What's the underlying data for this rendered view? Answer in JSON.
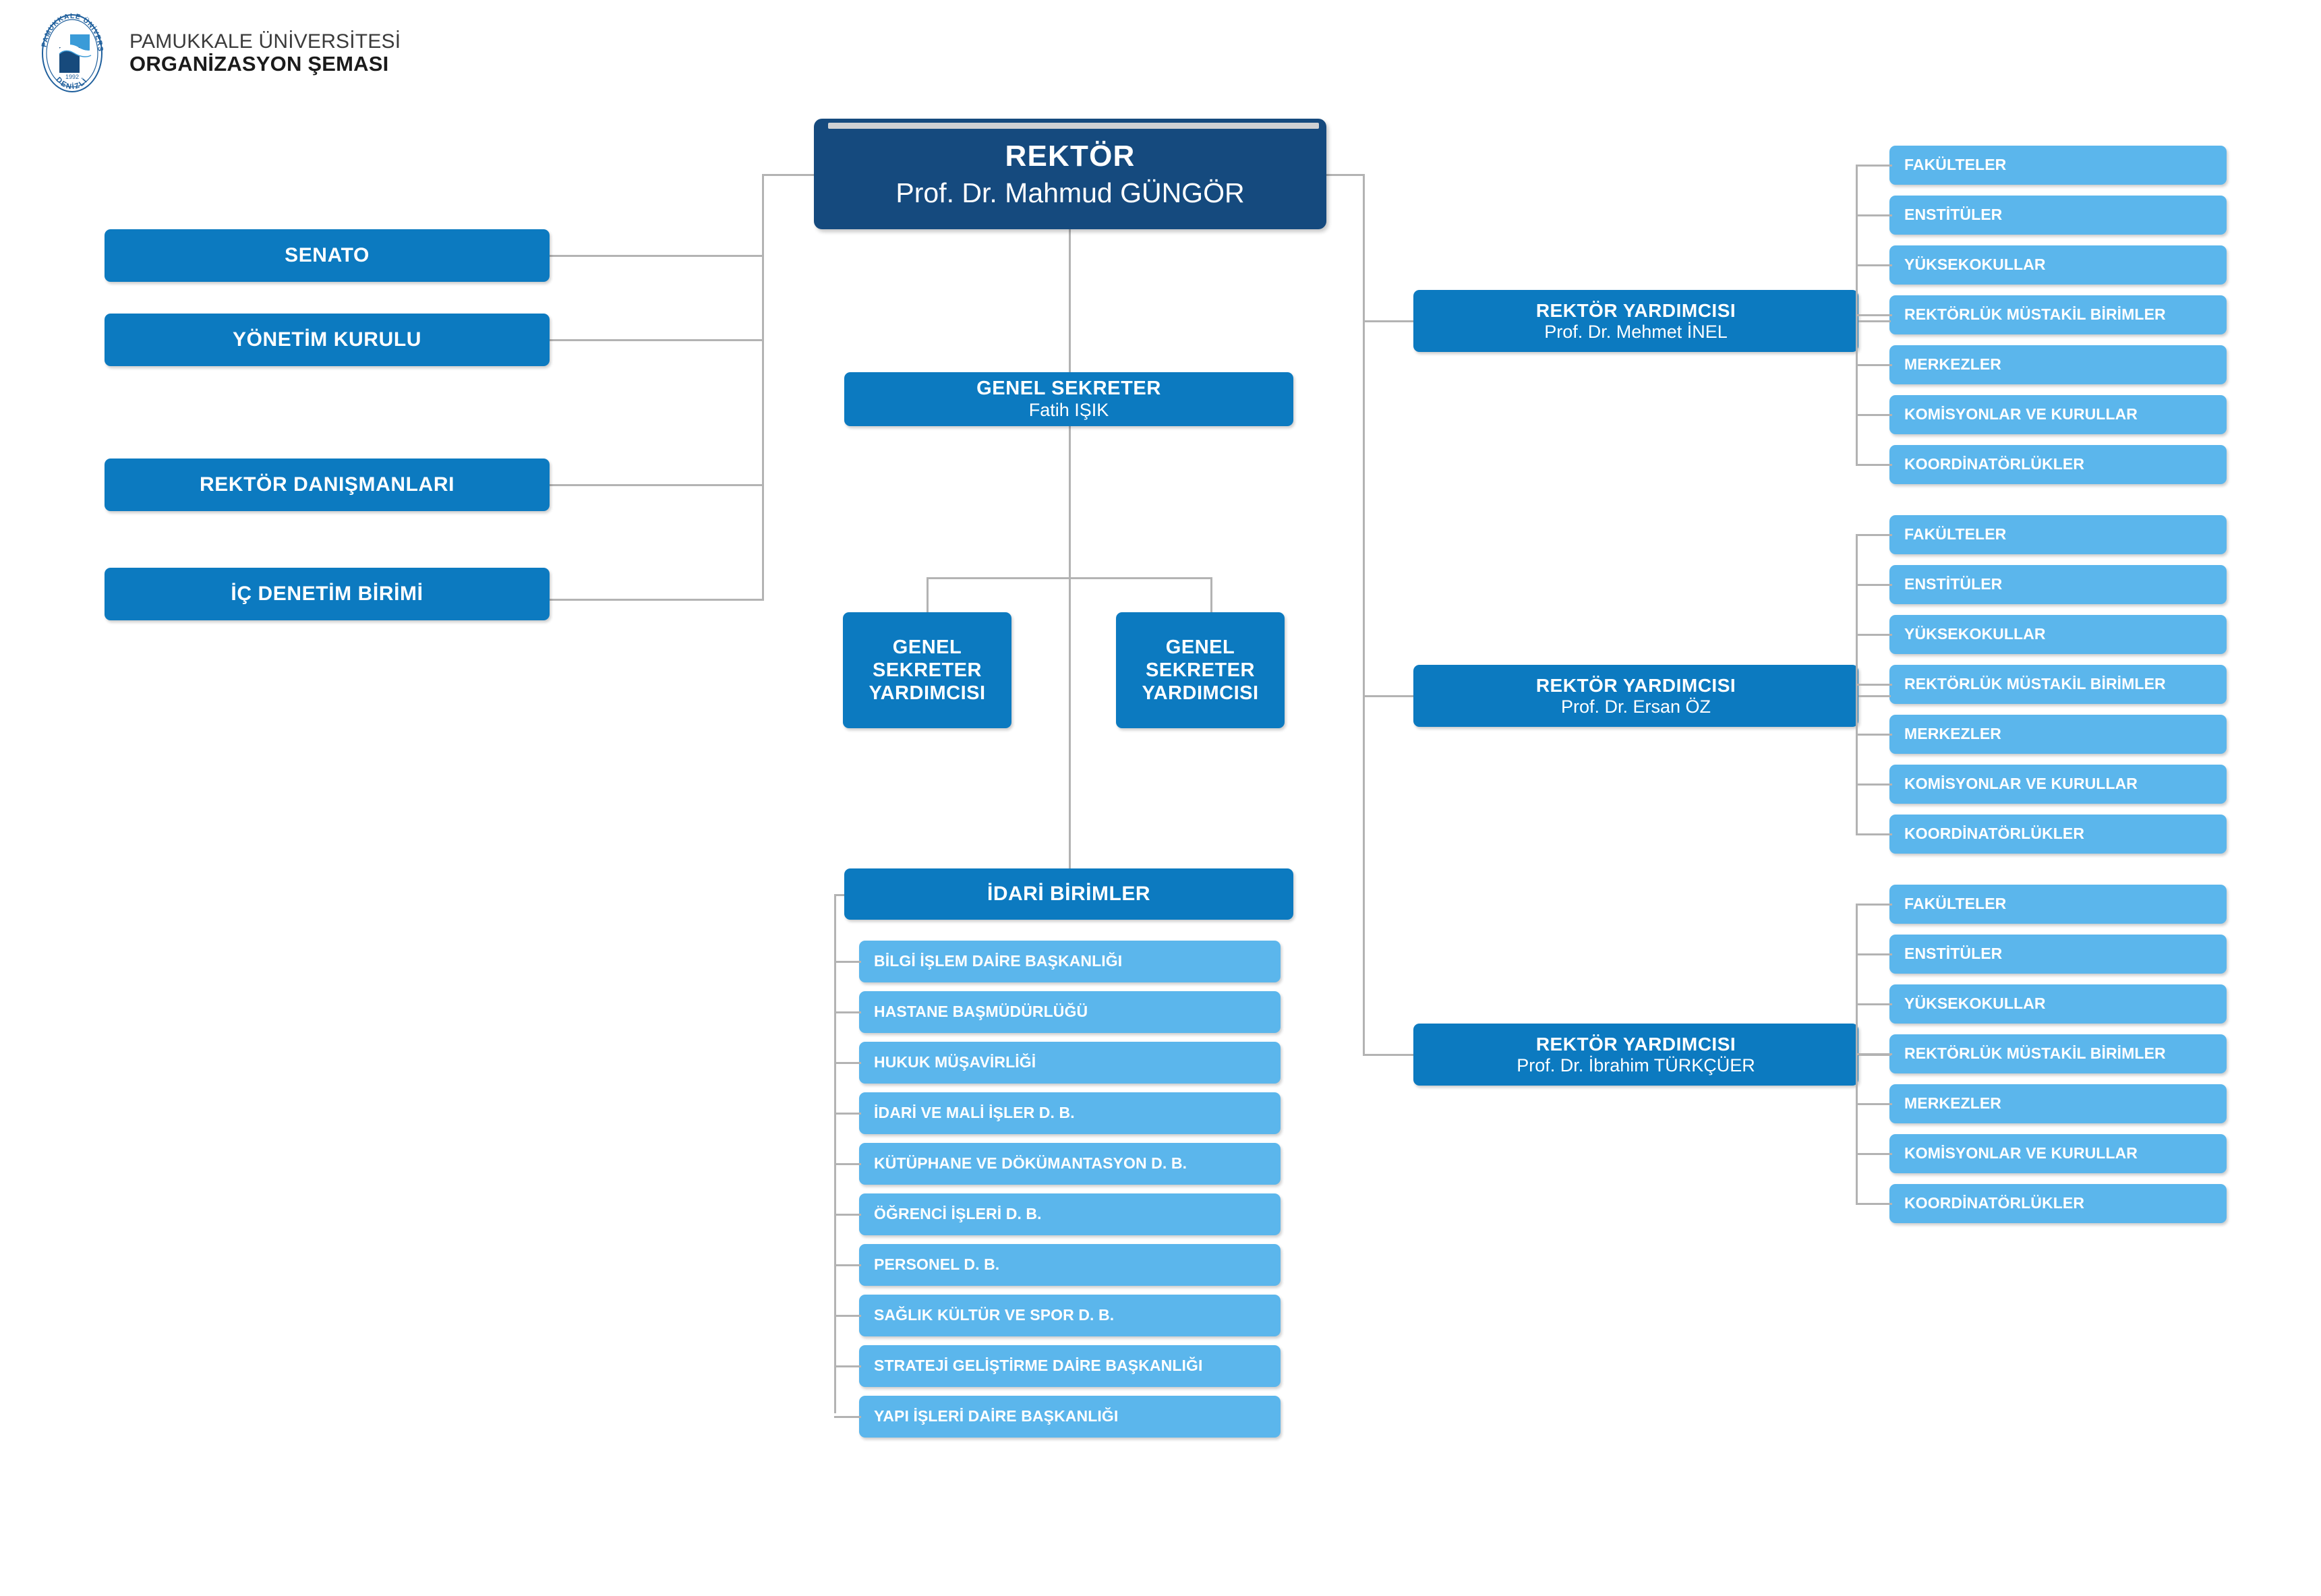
{
  "header": {
    "logo_icon": "pamukkale-university-seal-icon",
    "line1": "PAMUKKALE ÜNİVERSİTESİ",
    "line2": "ORGANİZASYON ŞEMASI",
    "seal_year": "1992",
    "seal_city": "DENİZLİ",
    "seal_ring_text": "PAMUKKALE ÜNİVERSİTESİ"
  },
  "colors": {
    "navy": "#154a7e",
    "mid_blue": "#0c7ac0",
    "light_blue": "#5bb6ec",
    "connector": "#b3b3b3",
    "background": "#ffffff",
    "text_on_box": "#ffffff"
  },
  "root": {
    "title": "REKTÖR",
    "name": "Prof. Dr. Mahmud GÜNGÖR"
  },
  "left_column": [
    {
      "title": "SENATO"
    },
    {
      "title": "YÖNETİM KURULU"
    },
    {
      "title": "REKTÖR DANIŞMANLARI"
    },
    {
      "title": "İÇ DENETİM BİRİMİ"
    }
  ],
  "general_secretary": {
    "title": "GENEL SEKRETER",
    "name": "Fatih IŞIK",
    "deputies": [
      {
        "title": "GENEL SEKRETER YARDIMCISI"
      },
      {
        "title": "GENEL SEKRETER YARDIMCISI"
      }
    ]
  },
  "administrative_units": {
    "title": "İDARİ BİRİMLER",
    "items": [
      {
        "label": "BİLGİ İŞLEM DAİRE BAŞKANLIĞI"
      },
      {
        "label": "HASTANE BAŞMÜDÜRLÜĞÜ"
      },
      {
        "label": "HUKUK MÜŞAVİRLİĞİ"
      },
      {
        "label": "İDARİ VE MALİ İŞLER D. B."
      },
      {
        "label": "KÜTÜPHANE VE DÖKÜMANTASYON D. B."
      },
      {
        "label": "ÖĞRENCİ İŞLERİ D. B."
      },
      {
        "label": "PERSONEL D. B."
      },
      {
        "label": "SAĞLIK KÜLTÜR VE SPOR D. B."
      },
      {
        "label": "STRATEJİ GELİŞTİRME DAİRE BAŞKANLIĞI"
      },
      {
        "label": "YAPI İŞLERİ DAİRE BAŞKANLIĞI"
      }
    ]
  },
  "vice_rectors": [
    {
      "title": "REKTÖR YARDIMCISI",
      "name": "Prof. Dr. Mehmet İNEL",
      "units": [
        {
          "label": "FAKÜLTELER"
        },
        {
          "label": "ENSTİTÜLER"
        },
        {
          "label": "YÜKSEKOKULLAR"
        },
        {
          "label": "REKTÖRLÜK MÜSTAKİL BİRİMLER"
        },
        {
          "label": "MERKEZLER"
        },
        {
          "label": "KOMİSYONLAR VE KURULLAR"
        },
        {
          "label": "KOORDİNATÖRLÜKLER"
        }
      ]
    },
    {
      "title": "REKTÖR YARDIMCISI",
      "name": "Prof. Dr. Ersan ÖZ",
      "units": [
        {
          "label": "FAKÜLTELER"
        },
        {
          "label": "ENSTİTÜLER"
        },
        {
          "label": "YÜKSEKOKULLAR"
        },
        {
          "label": "REKTÖRLÜK MÜSTAKİL BİRİMLER"
        },
        {
          "label": "MERKEZLER"
        },
        {
          "label": "KOMİSYONLAR VE KURULLAR"
        },
        {
          "label": "KOORDİNATÖRLÜKLER"
        }
      ]
    },
    {
      "title": "REKTÖR YARDIMCISI",
      "name": "Prof. Dr. İbrahim TÜRKÇÜER",
      "units": [
        {
          "label": "FAKÜLTELER"
        },
        {
          "label": "ENSTİTÜLER"
        },
        {
          "label": "YÜKSEKOKULLAR"
        },
        {
          "label": "REKTÖRLÜK MÜSTAKİL BİRİMLER"
        },
        {
          "label": "MERKEZLER"
        },
        {
          "label": "KOMİSYONLAR VE KURULLAR"
        },
        {
          "label": "KOORDİNATÖRLÜKLER"
        }
      ]
    }
  ]
}
